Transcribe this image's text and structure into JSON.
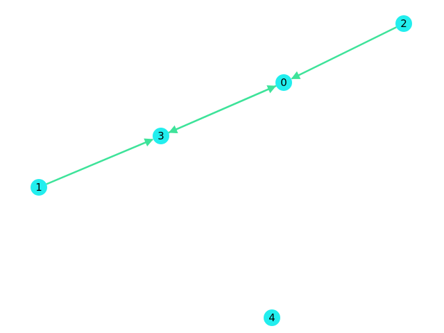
{
  "graph": {
    "directed": true,
    "colors": {
      "node_fill": "#22eeee",
      "edge_stroke": "#3ee39a",
      "label": "#000000",
      "background": "#ffffff"
    },
    "nodes": [
      {
        "id": "0",
        "label": "0"
      },
      {
        "id": "1",
        "label": "1"
      },
      {
        "id": "2",
        "label": "2"
      },
      {
        "id": "3",
        "label": "3"
      },
      {
        "id": "4",
        "label": "4"
      }
    ],
    "edges": [
      {
        "source": "2",
        "target": "0"
      },
      {
        "source": "1",
        "target": "3"
      },
      {
        "source": "0",
        "target": "3"
      },
      {
        "source": "3",
        "target": "0"
      }
    ]
  }
}
